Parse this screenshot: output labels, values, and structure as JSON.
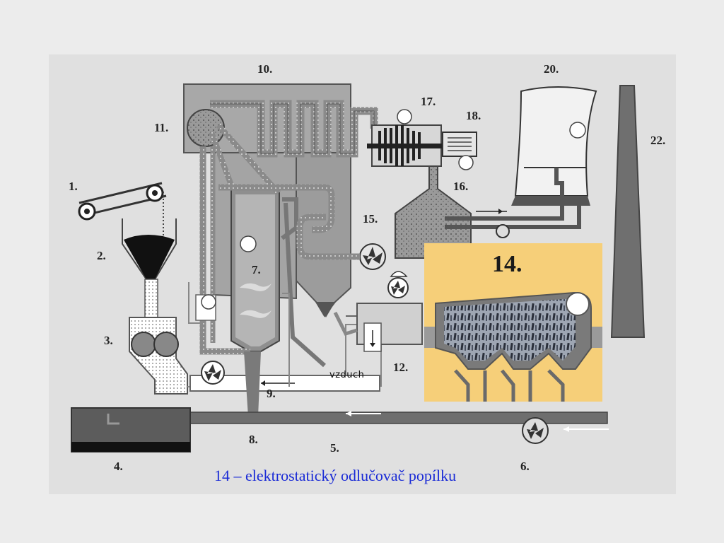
{
  "diagram": {
    "labels": {
      "n1": "1.",
      "n2": "2.",
      "n3": "3.",
      "n4": "4.",
      "n5": "5.",
      "n6": "6.",
      "n7": "7.",
      "n8": "8.",
      "n9": "9.",
      "n10": "10.",
      "n11": "11.",
      "n12": "12.",
      "n15": "15.",
      "n16": "16.",
      "n17": "17.",
      "n18": "18.",
      "n20": "20.",
      "n22": "22."
    },
    "air_label": "vzduch",
    "colors": {
      "pipe": "#6e6e6e",
      "coal": "#111111",
      "water": "#ffffff",
      "background": "#e0e0e0"
    }
  },
  "inset": {
    "label": "14.",
    "colors": {
      "background": "#f6cf79",
      "body": "#7a7a7a"
    }
  },
  "caption": "14 – elektrostatický odlučovač popílku"
}
